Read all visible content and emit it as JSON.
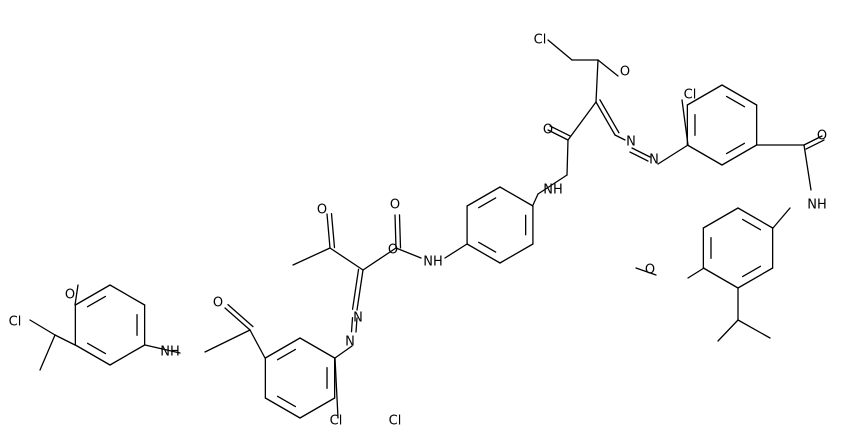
{
  "diagram": {
    "type": "chemical-structure",
    "atom_labels": [
      "Cl",
      "O",
      "O",
      "Cl",
      "O",
      "NH",
      "O",
      "NH",
      "O",
      "O",
      "O",
      "NH",
      "N",
      "N",
      "N",
      "N",
      "Cl",
      "O",
      "Cl",
      "O",
      "NH",
      "Cl"
    ]
  }
}
